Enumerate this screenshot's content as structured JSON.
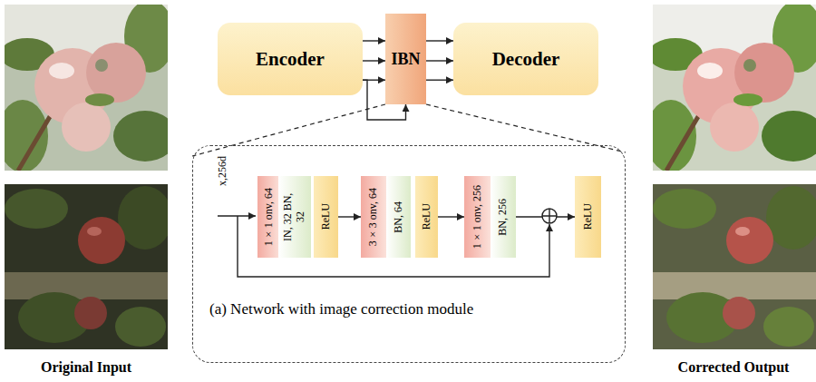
{
  "diagram": {
    "nodes": [
      {
        "text": [
          "Encoder"
        ]
      },
      {
        "text": [
          "IBN"
        ]
      },
      {
        "text": [
          "Decoder"
        ]
      },
      {
        "text": [
          "(a) Network with image correction module"
        ]
      },
      {
        "text": [
          "1×1 onv, 64"
        ],
        "in": 3
      },
      {
        "text": [
          "IN, 32 BN, 32"
        ],
        "in": 3
      },
      {
        "text": [
          "ReLU"
        ],
        "in": 3
      },
      {
        "text": [
          "3×3 onv, 64"
        ],
        "in": 3
      },
      {
        "text": [
          "BN, 64"
        ],
        "in": 3
      },
      {
        "text": [
          "ReLU"
        ],
        "in": 3
      },
      {
        "text": [
          "1×1 onv, 256"
        ],
        "in": 3
      },
      {
        "text": [
          "BN, 256"
        ],
        "in": 3
      },
      {
        "text": [
          "ReLU"
        ],
        "in": 3
      }
    ],
    "edges": [
      {
        "from": 0,
        "to": 1,
        "arrow": "to"
      },
      {
        "from": 0,
        "to": 1,
        "arrow": "to"
      },
      {
        "from": 0,
        "to": 1,
        "arrow": "to"
      },
      {
        "from": 1,
        "to": 2,
        "arrow": "to"
      },
      {
        "from": 1,
        "to": 2,
        "arrow": "to"
      },
      {
        "from": 1,
        "to": 2,
        "arrow": "to"
      },
      {
        "from": 0,
        "to": 1,
        "arrow": "to"
      },
      {
        "from": 1,
        "to": 3,
        "arrow": "none"
      },
      {
        "from": 1,
        "to": 3,
        "arrow": "none"
      },
      {
        "from": 6,
        "to": 7,
        "arrow": "to"
      },
      {
        "from": 9,
        "to": 10,
        "arrow": "to"
      },
      {
        "from": 11,
        "to": 12,
        "arrow": "to"
      }
    ],
    "labels": [
      "x,256d",
      "Original Input",
      "Corrected Output"
    ]
  }
}
